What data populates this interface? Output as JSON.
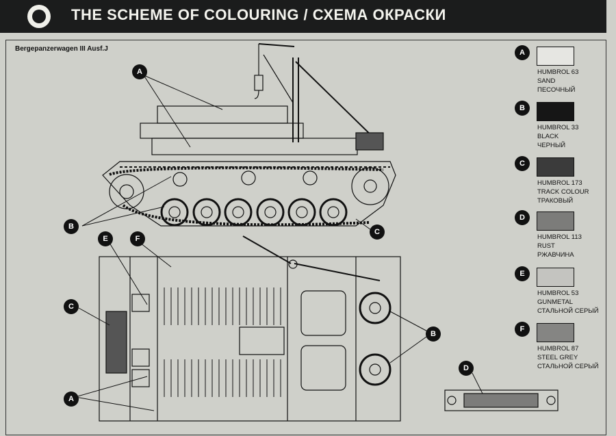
{
  "header": {
    "title": "THE SCHEME OF COLOURING / СХЕМА ОКРАСКИ"
  },
  "vehicle_name": "Bergepanzerwagen III Ausf.J",
  "colors": [
    {
      "letter": "A",
      "code": "HUMBROL 63",
      "name_en": "SAND",
      "name_ru": "ПЕСОЧНЫЙ",
      "hex": "#e6e6e2"
    },
    {
      "letter": "B",
      "code": "HUMBROL 33",
      "name_en": "BLACK",
      "name_ru": "ЧЕРНЫЙ",
      "hex": "#161616"
    },
    {
      "letter": "C",
      "code": "HUMBROL 173",
      "name_en": "TRACK COLOUR",
      "name_ru": "ТРАКОВЫЙ",
      "hex": "#3b3b3b"
    },
    {
      "letter": "D",
      "code": "HUMBROL 113",
      "name_en": "RUST",
      "name_ru": "РЖАВЧИНА",
      "hex": "#7c7c7a"
    },
    {
      "letter": "E",
      "code": "HUMBROL 53",
      "name_en": "GUNMETAL",
      "name_ru": "СТАЛЬНОЙ СЕРЫЙ",
      "hex": "#c4c4c0"
    },
    {
      "letter": "F",
      "code": "HUMBROL 87",
      "name_en": "STEEL GREY",
      "name_ru": "СТАЛЬНОЙ СЕРЫЙ",
      "hex": "#858583"
    }
  ],
  "callouts": {
    "a": "A",
    "b": "B",
    "c": "C",
    "d": "D",
    "e": "E",
    "f": "F"
  }
}
